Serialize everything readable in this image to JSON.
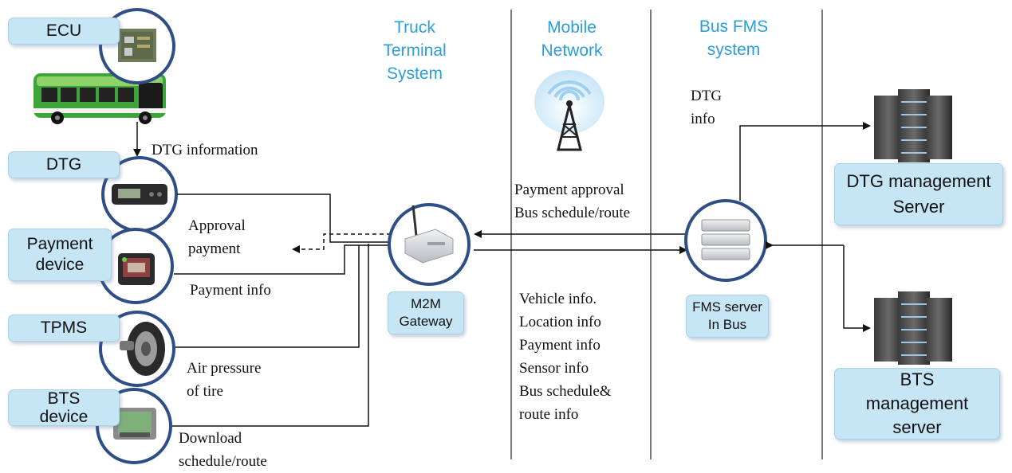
{
  "columns": {
    "truck_terminal": "Truck\nTerminal\nSystem",
    "mobile_network": "Mobile\nNetwork",
    "bus_fms": "Bus FMS\nsystem"
  },
  "devices": {
    "ecu": "ECU",
    "dtg": "DTG",
    "payment": "Payment\ndevice",
    "tpms": "TPMS",
    "bts": "BTS\ndevice"
  },
  "nodes": {
    "m2m_gateway": "M2M\nGateway",
    "fms_server": "FMS server\nIn Bus",
    "dtg_server": "DTG management\nServer",
    "bts_server": "BTS\nmanagement\nserver"
  },
  "notes": {
    "dtg_information": "DTG information",
    "approval_payment": "Approval\npayment",
    "payment_info": "Payment info",
    "air_pressure": "Air pressure\nof tire",
    "download": "Download\nschedule/route",
    "payment_approval": "Payment approval\nBus schedule/route",
    "dtg_info": "DTG\ninfo",
    "vehicle_list": "Vehicle info.\nLocation info\nPayment info\nSensor info\nBus schedule&\n route info"
  },
  "colors": {
    "label_box": "#c6e6f6",
    "column_heading": "#2d9ed8",
    "circle_border": "#2e4e86",
    "divider": "#7a7a7a",
    "bus_green": "#3fa53a"
  }
}
